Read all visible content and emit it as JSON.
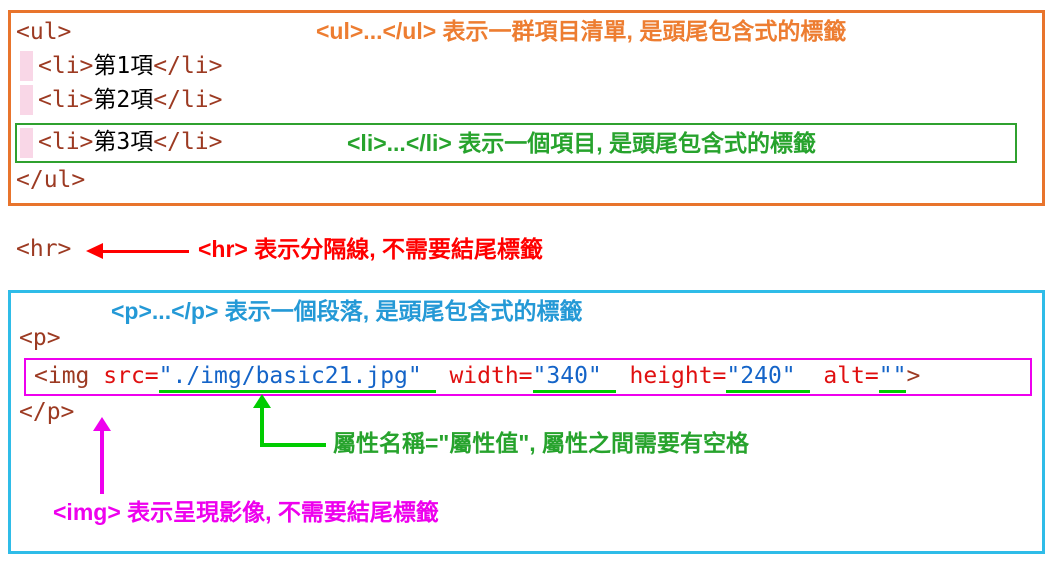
{
  "top_box": {
    "ul_open": "<ul>",
    "ul_close": "</ul>",
    "ul_note": "<ul>...</ul> 表示一群項目清單, 是頭尾包含式的標籤",
    "li_note": "<li>...</li> 表示一個項目, 是頭尾包含式的標籤",
    "items": [
      {
        "open": "<li>",
        "text": "第1項",
        "close": "</li>"
      },
      {
        "open": "<li>",
        "text": "第2項",
        "close": "</li>"
      },
      {
        "open": "<li>",
        "text": "第3項",
        "close": "</li>"
      }
    ]
  },
  "hr_section": {
    "code": "<hr>",
    "note": "<hr> 表示分隔線, 不需要結尾標籤"
  },
  "bottom_box": {
    "p_note": "<p>...</p> 表示一個段落, 是頭尾包含式的標籤",
    "p_open": "<p>",
    "p_close": "</p>",
    "img": {
      "tag_open": "<img ",
      "src_name": "src=",
      "src_value": "\"./img/basic21.jpg\" ",
      "width_name": " width=",
      "width_value": "\"340\" ",
      "height_name": " height=",
      "height_value": "\"240\" ",
      "alt_name": " alt=",
      "alt_value": "\"\"",
      "tag_close": ">"
    },
    "attr_note": "屬性名稱=\"屬性值\", 屬性之間需要有空格",
    "img_note": "<img> 表示呈現影像, 不需要結尾標籤"
  },
  "colors": {
    "ul_panel_border": "#e8742c",
    "p_panel_border": "#2fbce8",
    "li_box_border": "#2fa12f",
    "img_box_border": "#ee00ee",
    "tag_color": "#9c3a22",
    "attr_name_color": "#e01010",
    "attr_value_color": "#1464c8",
    "underline_green": "#00cc00",
    "hr_arrow_red": "#ff0000",
    "note_orange": "#ed7d31",
    "note_blue": "#2499d6",
    "selection_pink": "#f9d7e7"
  }
}
